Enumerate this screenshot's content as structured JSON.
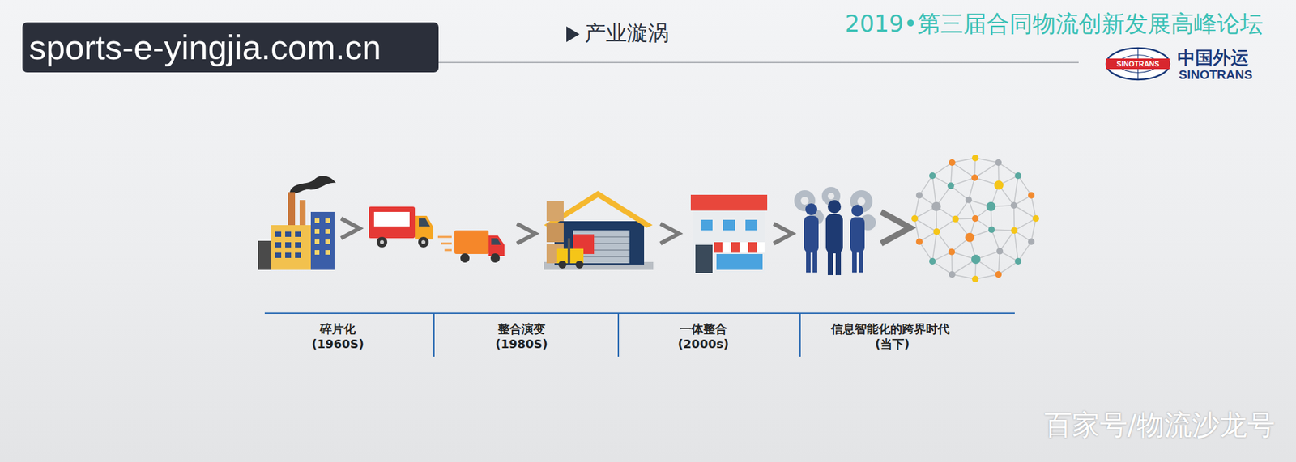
{
  "diagram": {
    "title": "产业漩涡",
    "labels": [
      "sports-e-yingjia.com.cn",
      "2019•第三届合同物流创新发展高峰论坛",
      "SINOTRANS",
      "中国外运",
      "SINOTRANS",
      "碎片化",
      "(1960S)",
      "整合演变",
      "(1980S)",
      "一体整合",
      "(2000s)",
      "信息智能化的跨界时代",
      "(当下)",
      "百家号/物流沙龙号"
    ]
  }
}
